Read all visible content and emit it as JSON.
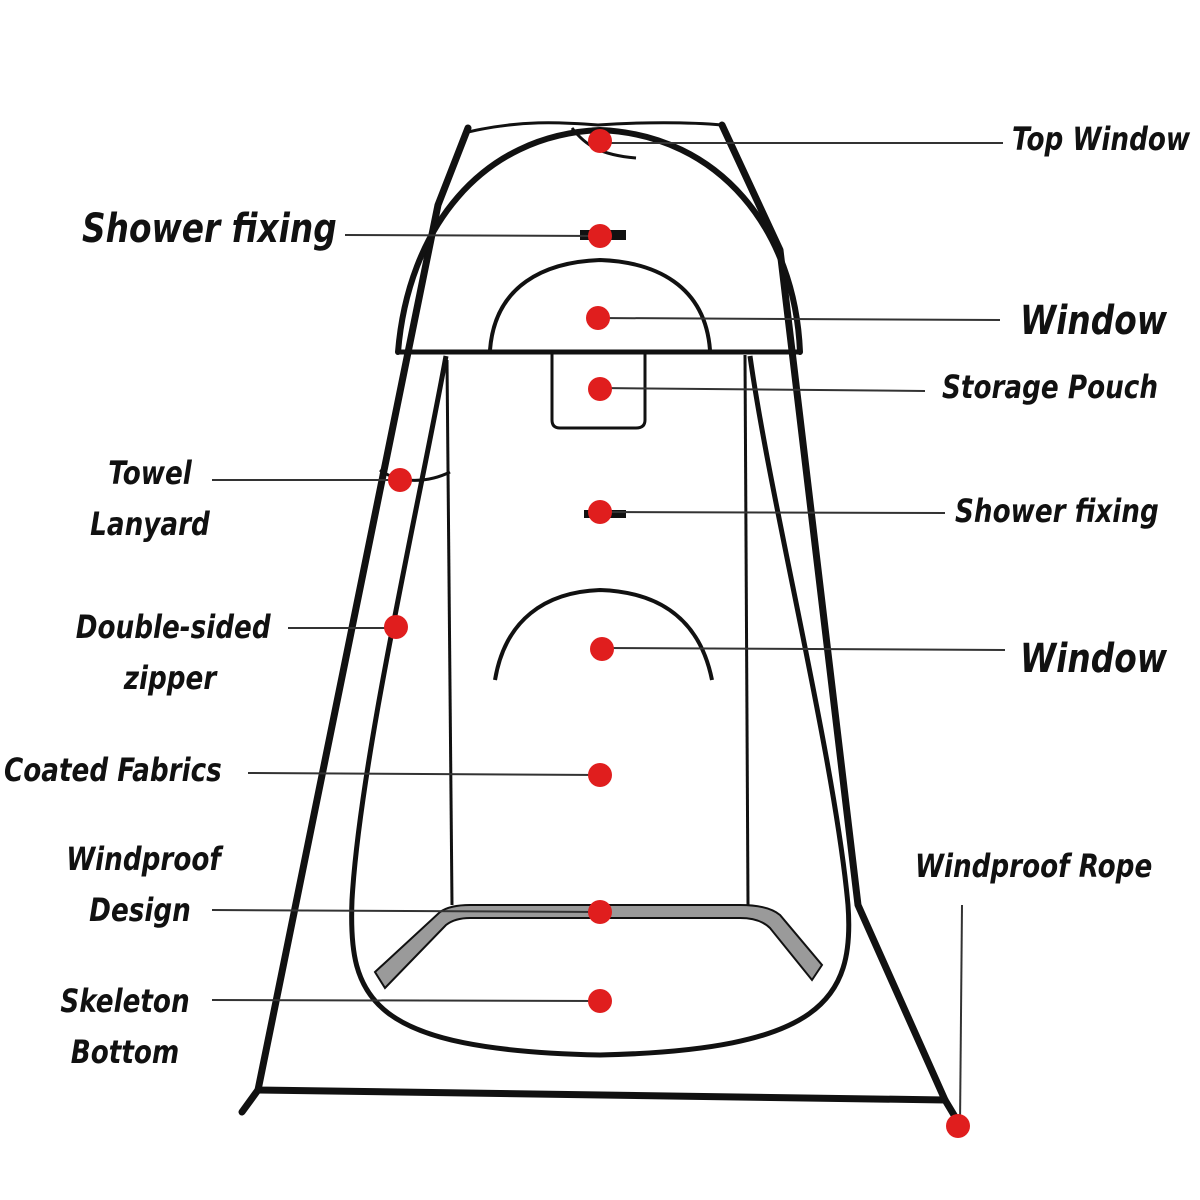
{
  "callouts": {
    "top_window": "Top Window",
    "shower_fixing_upper": "Shower fixing",
    "window_upper": "Window",
    "storage_pouch": "Storage Pouch",
    "towel_lanyard": [
      "Towel",
      "Lanyard"
    ],
    "shower_fixing_lower": "Shower fixing",
    "double_sided_zipper": [
      "Double-sided",
      "zipper"
    ],
    "window_lower": "Window",
    "coated_fabrics": "Coated Fabrics",
    "windproof_design": [
      "Windproof",
      "Design"
    ],
    "windproof_rope": "Windproof Rope",
    "skeleton_bottom": [
      "Skeleton",
      "Bottom"
    ]
  },
  "colors": {
    "marker": "#e01e1e",
    "outline": "#111111",
    "floor_edge": "#9a9a9a"
  }
}
